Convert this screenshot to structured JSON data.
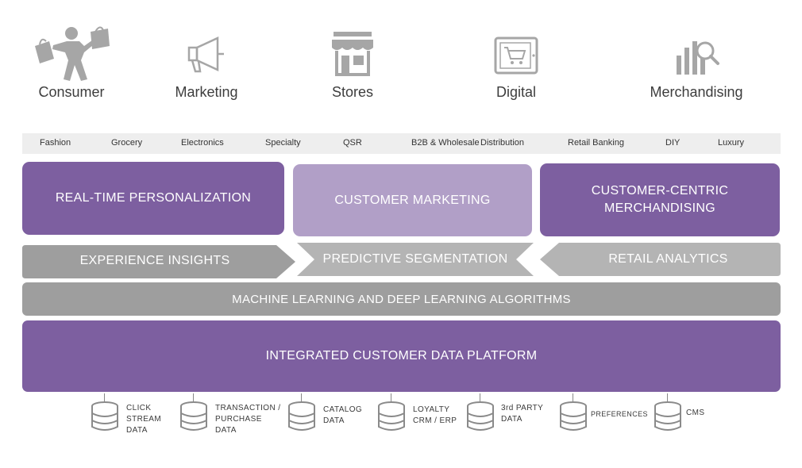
{
  "categories": [
    {
      "label": "Consumer",
      "icon": "shopper-icon"
    },
    {
      "label": "Marketing",
      "icon": "megaphone-icon"
    },
    {
      "label": "Stores",
      "icon": "storefront-icon"
    },
    {
      "label": "Digital",
      "icon": "tablet-cart-icon"
    },
    {
      "label": "Merchandising",
      "icon": "analytics-magnifier-icon"
    }
  ],
  "industries": [
    "Fashion",
    "Grocery",
    "Electronics",
    "Specialty",
    "QSR",
    "B2B & Wholesale",
    "Distribution",
    "Retail Banking",
    "DIY",
    "Luxury"
  ],
  "solutions": {
    "realtime": "REAL-TIME PERSONALIZATION",
    "marketing": "CUSTOMER MARKETING",
    "merch_line1": "CUSTOMER-CENTRIC",
    "merch_line2": "MERCHANDISING"
  },
  "analytics": {
    "experience": "EXPERIENCE INSIGHTS",
    "predictive": "PREDICTIVE SEGMENTATION",
    "retail": "RETAIL ANALYTICS"
  },
  "ml_layer": "MACHINE LEARNING AND DEEP LEARNING ALGORITHMS",
  "platform": "INTEGRATED CUSTOMER DATA PLATFORM",
  "sources": [
    "CLICK\nSTREAM\nDATA",
    "TRANSACTION /\nPURCHASE\nDATA",
    "CATALOG\nDATA",
    "LOYALTY\nCRM / ERP",
    "3rd PARTY\nDATA",
    "PREFERENCES",
    "CMS"
  ],
  "colors": {
    "purple_dark": "#7d5fa0",
    "purple_light": "#b19fc7",
    "grey": "#9e9e9e",
    "grey_light": "#b4b4b4",
    "icon_grey": "#a6a6a6"
  }
}
